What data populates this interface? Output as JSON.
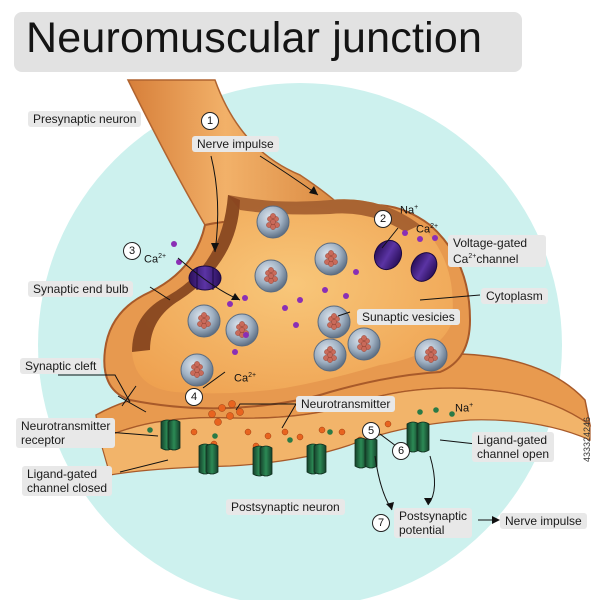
{
  "title": "Neuromuscular junction",
  "labels": {
    "presynaptic_neuron": "Presynaptic neuron",
    "nerve_impulse_top": "Nerve impulse",
    "voltage_gated_line1": "Voltage-gated",
    "voltage_gated_line2": "Ca",
    "voltage_gated_line2_sup": "2+",
    "voltage_gated_line2_rest": "channel",
    "synaptic_end_bulb": "Synaptic end bulb",
    "cytoplasm": "Cytoplasm",
    "synaptic_vesicles": "Sunaptic vesicies",
    "synaptic_cleft": "Synaptic cleft",
    "neurotransmitter": "Neurotransmitter",
    "nt_receptor_line1": "Neurotransmitter",
    "nt_receptor_line2": "receptor",
    "ligand_closed_line1": "Ligand-gated",
    "ligand_closed_line2": "channel closed",
    "ligand_open_line1": "Ligand-gated",
    "ligand_open_line2": "channel open",
    "postsynaptic_neuron": "Postsynaptic neuron",
    "postsynaptic_potential_line1": "Postsynaptic",
    "postsynaptic_potential_line2": "potential",
    "nerve_impulse_bottom": "Nerve impulse"
  },
  "ions": {
    "na": "Na",
    "na_charge": "+",
    "ca": "Ca",
    "ca_charge": "2+"
  },
  "steps": [
    "1",
    "2",
    "3",
    "4",
    "5",
    "6",
    "7"
  ],
  "watermark_id": "433324246",
  "colors": {
    "background_circle": "#cdf1ee",
    "membrane": "#e7994f",
    "membrane_dark": "#a8592a",
    "cytoplasm": "#f4b968",
    "vesicle": "#9aaabc",
    "vesicle_nt": "#c96a5a",
    "channel_purple": "#3d1d78",
    "ion_purple": "#8a2fb5",
    "receptor_green": "#1e5e3a",
    "neurotransmitter_orange": "#e8641f"
  }
}
